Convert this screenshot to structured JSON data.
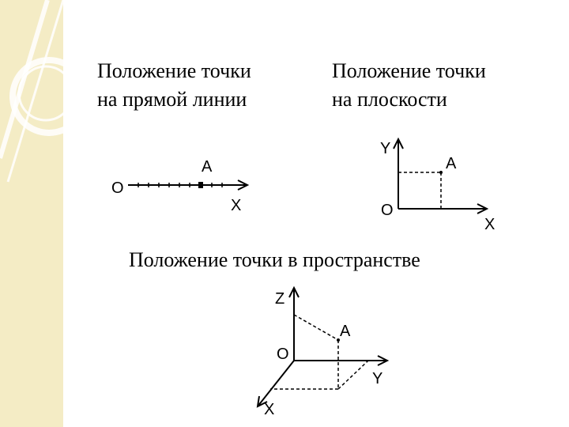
{
  "captions": {
    "line": [
      "Положение точки",
      "на прямой линии"
    ],
    "plane": [
      "Положение точки",
      "на плоскости"
    ],
    "space": "Положение точки в пространстве"
  },
  "labels": {
    "origin": "O",
    "x": "X",
    "y": "Y",
    "z": "Z",
    "point": "A"
  },
  "colors": {
    "sidebar": "#f4ecc5",
    "sidebar_ring": "#ffffff",
    "ink": "#000000"
  }
}
